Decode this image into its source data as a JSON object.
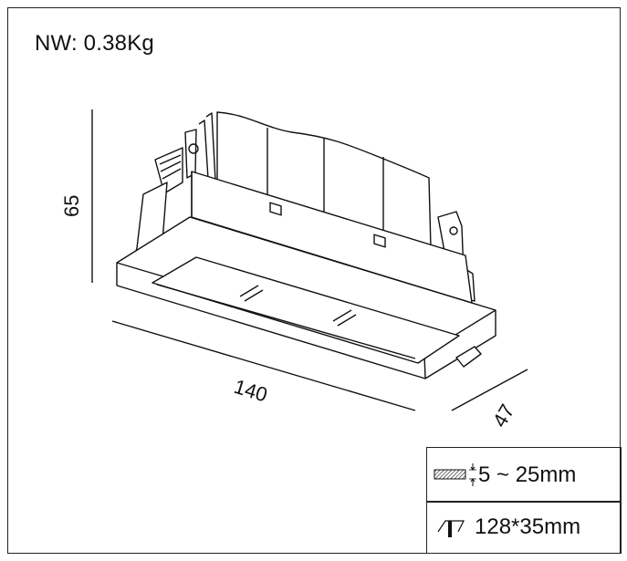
{
  "net_weight": "NW: 0.38Kg",
  "dimensions": {
    "height": "65",
    "length": "140",
    "width": "47"
  },
  "specs": [
    {
      "icon": "ceiling-thickness-icon",
      "text": "5 ~ 25mm"
    },
    {
      "icon": "cutout-icon",
      "text": "128*35mm"
    }
  ]
}
